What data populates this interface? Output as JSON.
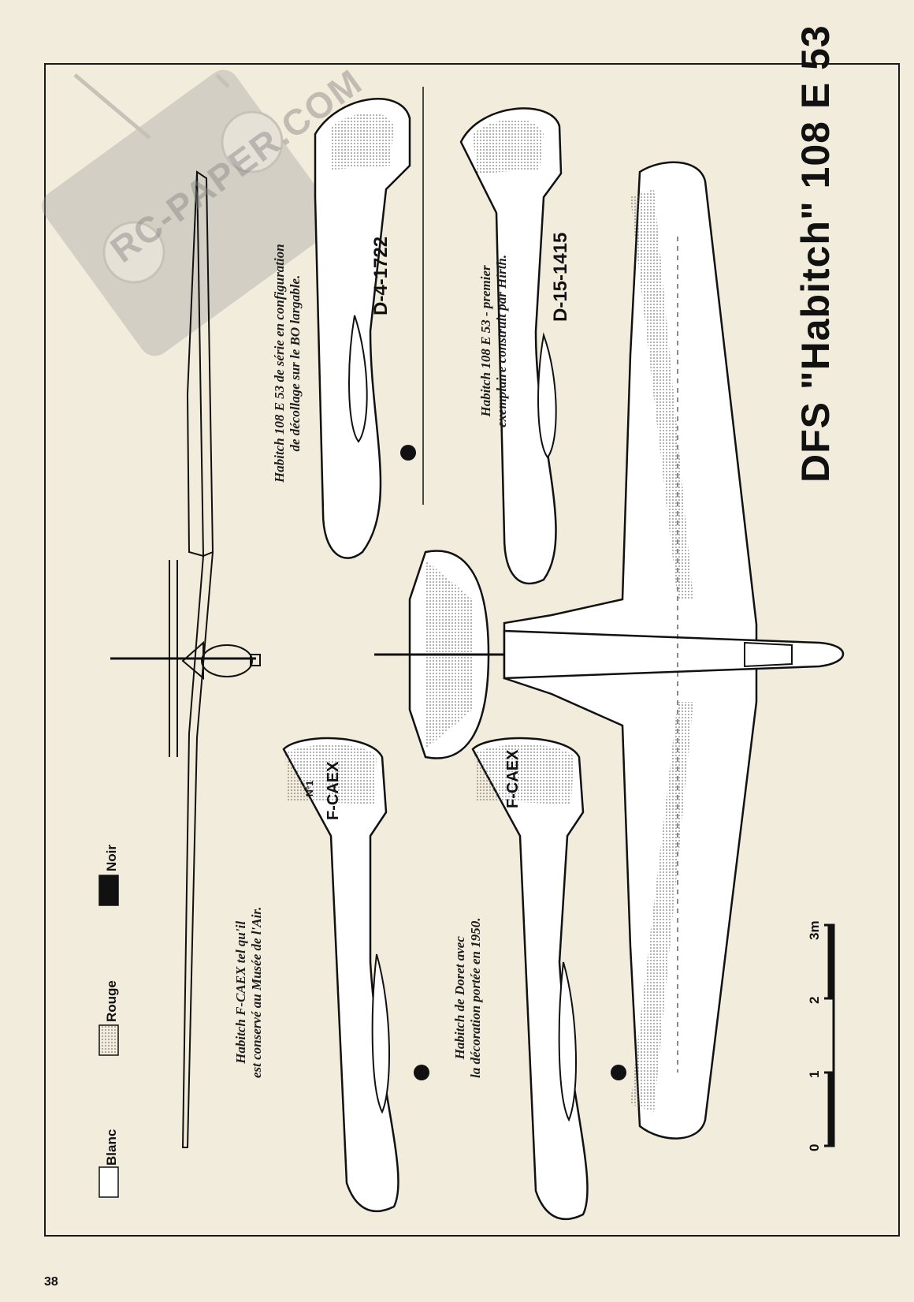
{
  "page": {
    "title_prefix": "DFS ",
    "title_name": "\"Habitch\"",
    "title_suffix": " 108 E 53",
    "page_number": "38",
    "watermark": "RC-PAPER.COM"
  },
  "captions": {
    "top_left": [
      "Habitch 108 E 53 de série en configuration",
      "de décollage sur le BO largable."
    ],
    "top_right": [
      "Habitch 108 E 53 - premier",
      "exemplaire construit par Hirth."
    ],
    "bottom_left": [
      "Habitch F-CAEX tel qu'il",
      "est conservé au Musée de l'Air."
    ],
    "bottom_right": [
      "Habitch de Doret avec",
      "la décoration portée en 1950."
    ]
  },
  "registrations": {
    "glider_1": "D-4-1722",
    "glider_2": "D-15-1415",
    "glider_3": "F-CAEX",
    "glider_3_badge": "N°1",
    "glider_4": "F-CAEX"
  },
  "legend": {
    "items": [
      {
        "label": "Blanc",
        "color": "#ffffff"
      },
      {
        "label": "Rouge",
        "color": "#b8b8b8"
      },
      {
        "label": "Noir",
        "color": "#111111"
      }
    ]
  },
  "scale": {
    "labels": [
      "0",
      "1",
      "2",
      "3m"
    ]
  }
}
